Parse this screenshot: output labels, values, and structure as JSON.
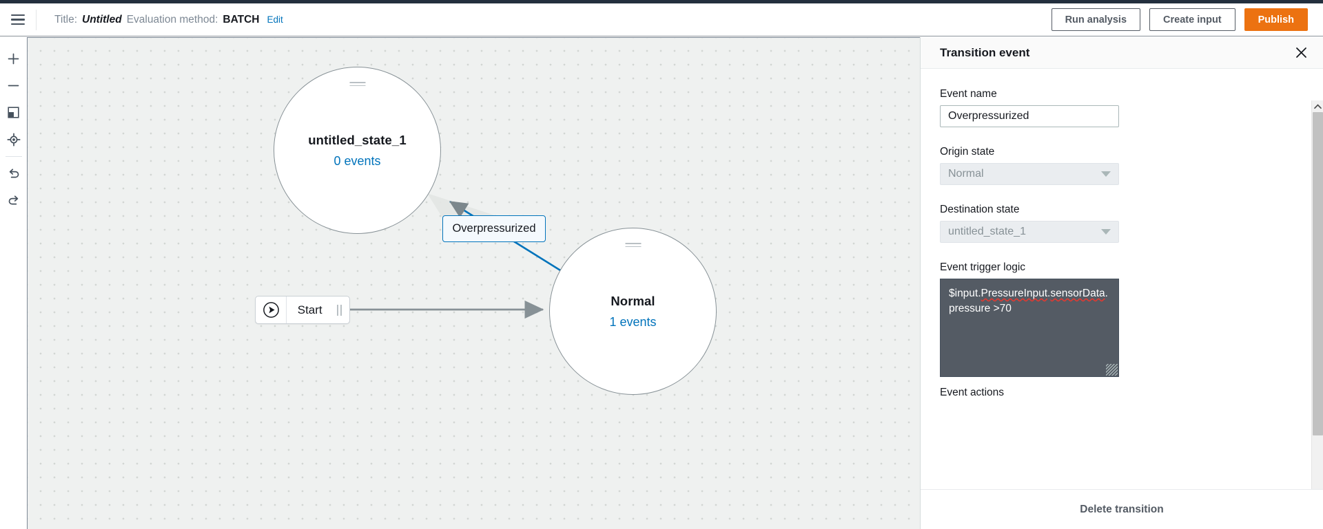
{
  "header": {
    "menu_icon": "hamburger-icon",
    "title_label": "Title:",
    "title_value": "Untitled",
    "eval_label": "Evaluation method:",
    "eval_value": "BATCH",
    "edit_link": "Edit",
    "buttons": {
      "run_analysis": "Run analysis",
      "create_input": "Create input",
      "publish": "Publish"
    }
  },
  "toolbar": {
    "items": [
      {
        "name": "zoom-in-icon",
        "tooltip": "Zoom in"
      },
      {
        "name": "zoom-out-icon",
        "tooltip": "Zoom out"
      },
      {
        "name": "fit-to-screen-icon",
        "tooltip": "Fit to screen"
      },
      {
        "name": "center-target-icon",
        "tooltip": "Center"
      },
      {
        "name": "undo-icon",
        "tooltip": "Undo"
      },
      {
        "name": "redo-icon",
        "tooltip": "Redo"
      }
    ]
  },
  "canvas": {
    "states": [
      {
        "id": "untitled_state_1",
        "title": "untitled_state_1",
        "events": "0 events"
      },
      {
        "id": "normal",
        "title": "Normal",
        "events": "1 events"
      }
    ],
    "transitions": [
      {
        "label": "Overpressurized",
        "from": "Normal",
        "to": "untitled_state_1",
        "color": "#0073bb"
      }
    ],
    "start_node": {
      "label": "Start",
      "icon": "play-icon"
    }
  },
  "panel": {
    "title": "Transition event",
    "close_icon": "close-icon",
    "event_name": {
      "label": "Event name",
      "value": "Overpressurized"
    },
    "origin_state": {
      "label": "Origin state",
      "value": "Normal"
    },
    "destination_state": {
      "label": "Destination state",
      "value": "untitled_state_1"
    },
    "trigger_logic": {
      "label": "Event trigger logic",
      "value": "$input.PressureInput.sensorData.pressure >70",
      "part_plain_1": "$input.",
      "part_squiggle_1": "PressureInput",
      "part_plain_2": ".",
      "part_squiggle_2": "sensorData",
      "part_plain_3": ".pressure >70"
    },
    "event_actions_label": "Event actions",
    "delete_link": "Delete transition"
  },
  "colors": {
    "accent_orange": "#ec7211",
    "link_blue": "#0073bb",
    "header_dark": "#232f3e",
    "code_bg": "#545b64"
  }
}
